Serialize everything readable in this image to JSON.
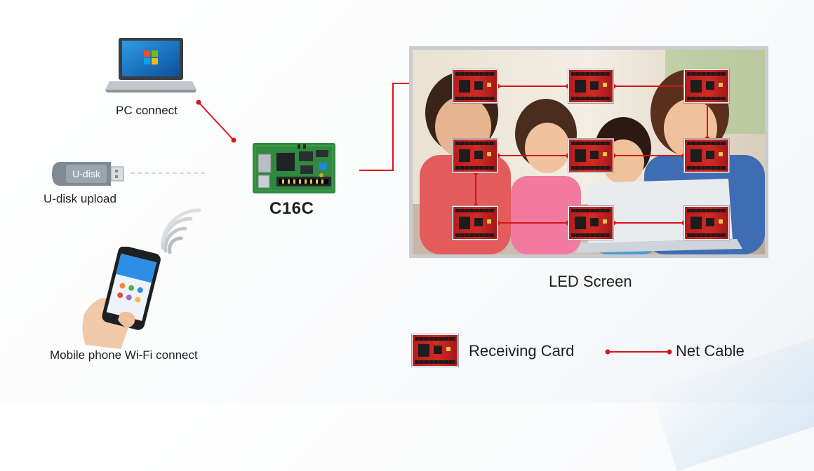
{
  "sources": {
    "pc": {
      "label": "PC connect",
      "icon": "laptop-icon"
    },
    "udisk": {
      "label": "U-disk upload",
      "stick_text": "U-disk",
      "icon": "usb-stick-icon"
    },
    "mobile": {
      "label": "Mobile phone Wi-Fi connect",
      "icon": "smartphone-icon",
      "signal_icon": "wifi-waves-icon"
    }
  },
  "controller": {
    "label": "C16C",
    "icon": "controller-board-icon"
  },
  "screen": {
    "label": "LED Screen",
    "image": "family-laptop-photo"
  },
  "receiving_cards": {
    "rows": 3,
    "cols": 3,
    "icon": "receiving-card-icon"
  },
  "legend": {
    "receiving_card": "Receiving Card",
    "net_cable": "Net Cable"
  },
  "colors": {
    "cable": "#d8141a",
    "dashed_link": "#c9c9c9",
    "card_red": "#d22a24",
    "board_green": "#2f8a3e",
    "usb_gray": "#7f8a93"
  }
}
